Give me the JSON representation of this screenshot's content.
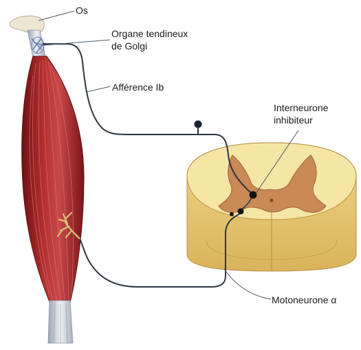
{
  "labels": {
    "os": "Os",
    "golgi_line1": "Organe tendineux",
    "golgi_line2": "de Golgi",
    "afference": "Afférence Ib",
    "interneurone_line1": "Interneurone",
    "interneurone_line2": "inhibiteur",
    "motoneurone": "Motoneurone α"
  },
  "colors": {
    "muscle": "#a8252a",
    "muscle_dark": "#6e1014",
    "muscle_light": "#c8484a",
    "tendon": "#dfe3ea",
    "bone": "#ede6d2",
    "nerve": "#2b3440",
    "spinal_white": "#f6e6a6",
    "spinal_grey": "#c98a55",
    "neuron": "#111111",
    "golgi": "#6a7fb0",
    "endplate": "#d8c37a"
  }
}
